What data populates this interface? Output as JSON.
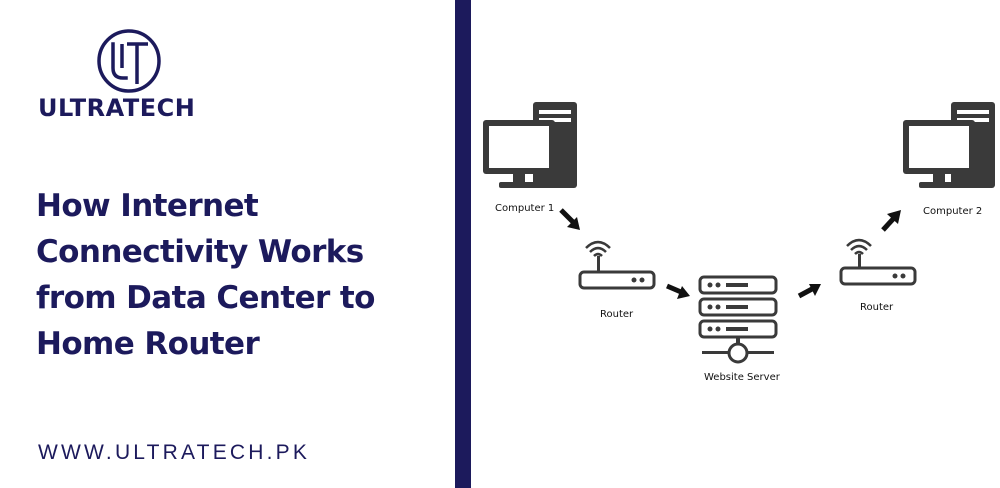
{
  "brand": {
    "name": "ULTRATECH",
    "website": "WWW.ULTRATECH.PK",
    "color": "#1c1a5c"
  },
  "headline": {
    "lines": [
      "How Internet",
      "Connectivity Works",
      "from Data Center to",
      "Home Router"
    ]
  },
  "diagram": {
    "nodes": {
      "computer_1": {
        "label": "Computer 1",
        "icon": "desktop-computer-icon"
      },
      "router_1": {
        "label": "Router",
        "icon": "wifi-router-icon"
      },
      "server": {
        "label": "Website Server",
        "icon": "server-icon"
      },
      "router_2": {
        "label": "Router",
        "icon": "wifi-router-icon"
      },
      "computer_2": {
        "label": "Computer 2",
        "icon": "desktop-computer-icon"
      }
    },
    "icon_color": "#3a3a3a"
  }
}
